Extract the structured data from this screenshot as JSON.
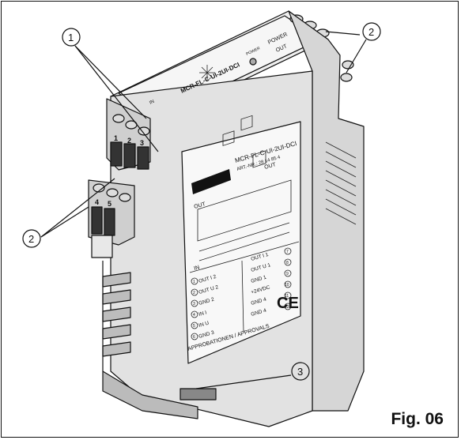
{
  "figure": {
    "label": "Fig. 06",
    "callouts": [
      {
        "id": "1",
        "text": "1"
      },
      {
        "id": "2",
        "text": "2"
      },
      {
        "id": "3",
        "text": "3"
      }
    ]
  },
  "device": {
    "model": "MCR-FL-C-UI-2UI-DCI",
    "model_top": "MCR-FL-C-UI-2UI-DCI",
    "art_no": "ART.-NR.: 28 14 85 4",
    "power_label": "POWER",
    "power_led": "POWER",
    "out_label": "OUT",
    "out_left": "OUT",
    "in_label": "IN",
    "in_top": "IN",
    "out_top": "OUT",
    "approvals": "APPROBATIONEN / APPROVALS",
    "ce_mark": "CE",
    "terminal_numbers": [
      "1",
      "2",
      "3",
      "4",
      "5"
    ],
    "pins_left": [
      {
        "num": "1",
        "label": "OUT I 2"
      },
      {
        "num": "2",
        "label": "OUT U 2"
      },
      {
        "num": "3",
        "label": "GND 2"
      },
      {
        "num": "4",
        "label": "IN I"
      },
      {
        "num": "5",
        "label": "IN U"
      },
      {
        "num": "6",
        "label": "GND 3"
      }
    ],
    "pins_right": [
      {
        "num": "7",
        "label": "OUT I 1"
      },
      {
        "num": "8",
        "label": "OUT U 1"
      },
      {
        "num": "9",
        "label": "GND 1"
      },
      {
        "num": "10",
        "label": "+24VDC"
      },
      {
        "num": "11",
        "label": "GND 4"
      },
      {
        "num": "12",
        "label": "GND 4"
      }
    ]
  }
}
